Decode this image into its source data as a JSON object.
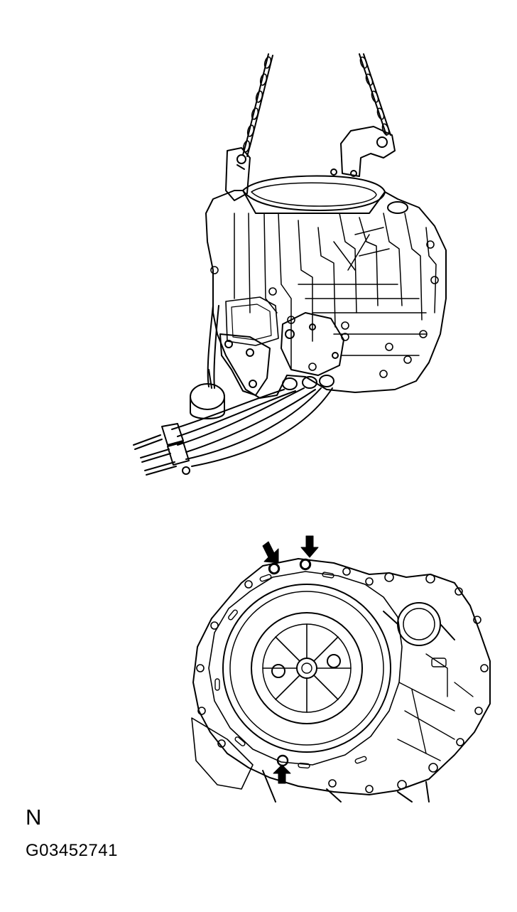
{
  "figure": {
    "view_label": "N",
    "figure_code": "G03452741"
  },
  "upper_illustration": {
    "subject": "transaxle-suspended-by-chains",
    "icons": [
      "chain",
      "lifting-hook",
      "transaxle-housing",
      "oil-cooler-hoses"
    ]
  },
  "lower_illustration": {
    "subject": "transaxle-bell-housing-face",
    "callout_arrow_count": 3
  },
  "colors": {
    "line": "#000000",
    "background": "#ffffff"
  }
}
